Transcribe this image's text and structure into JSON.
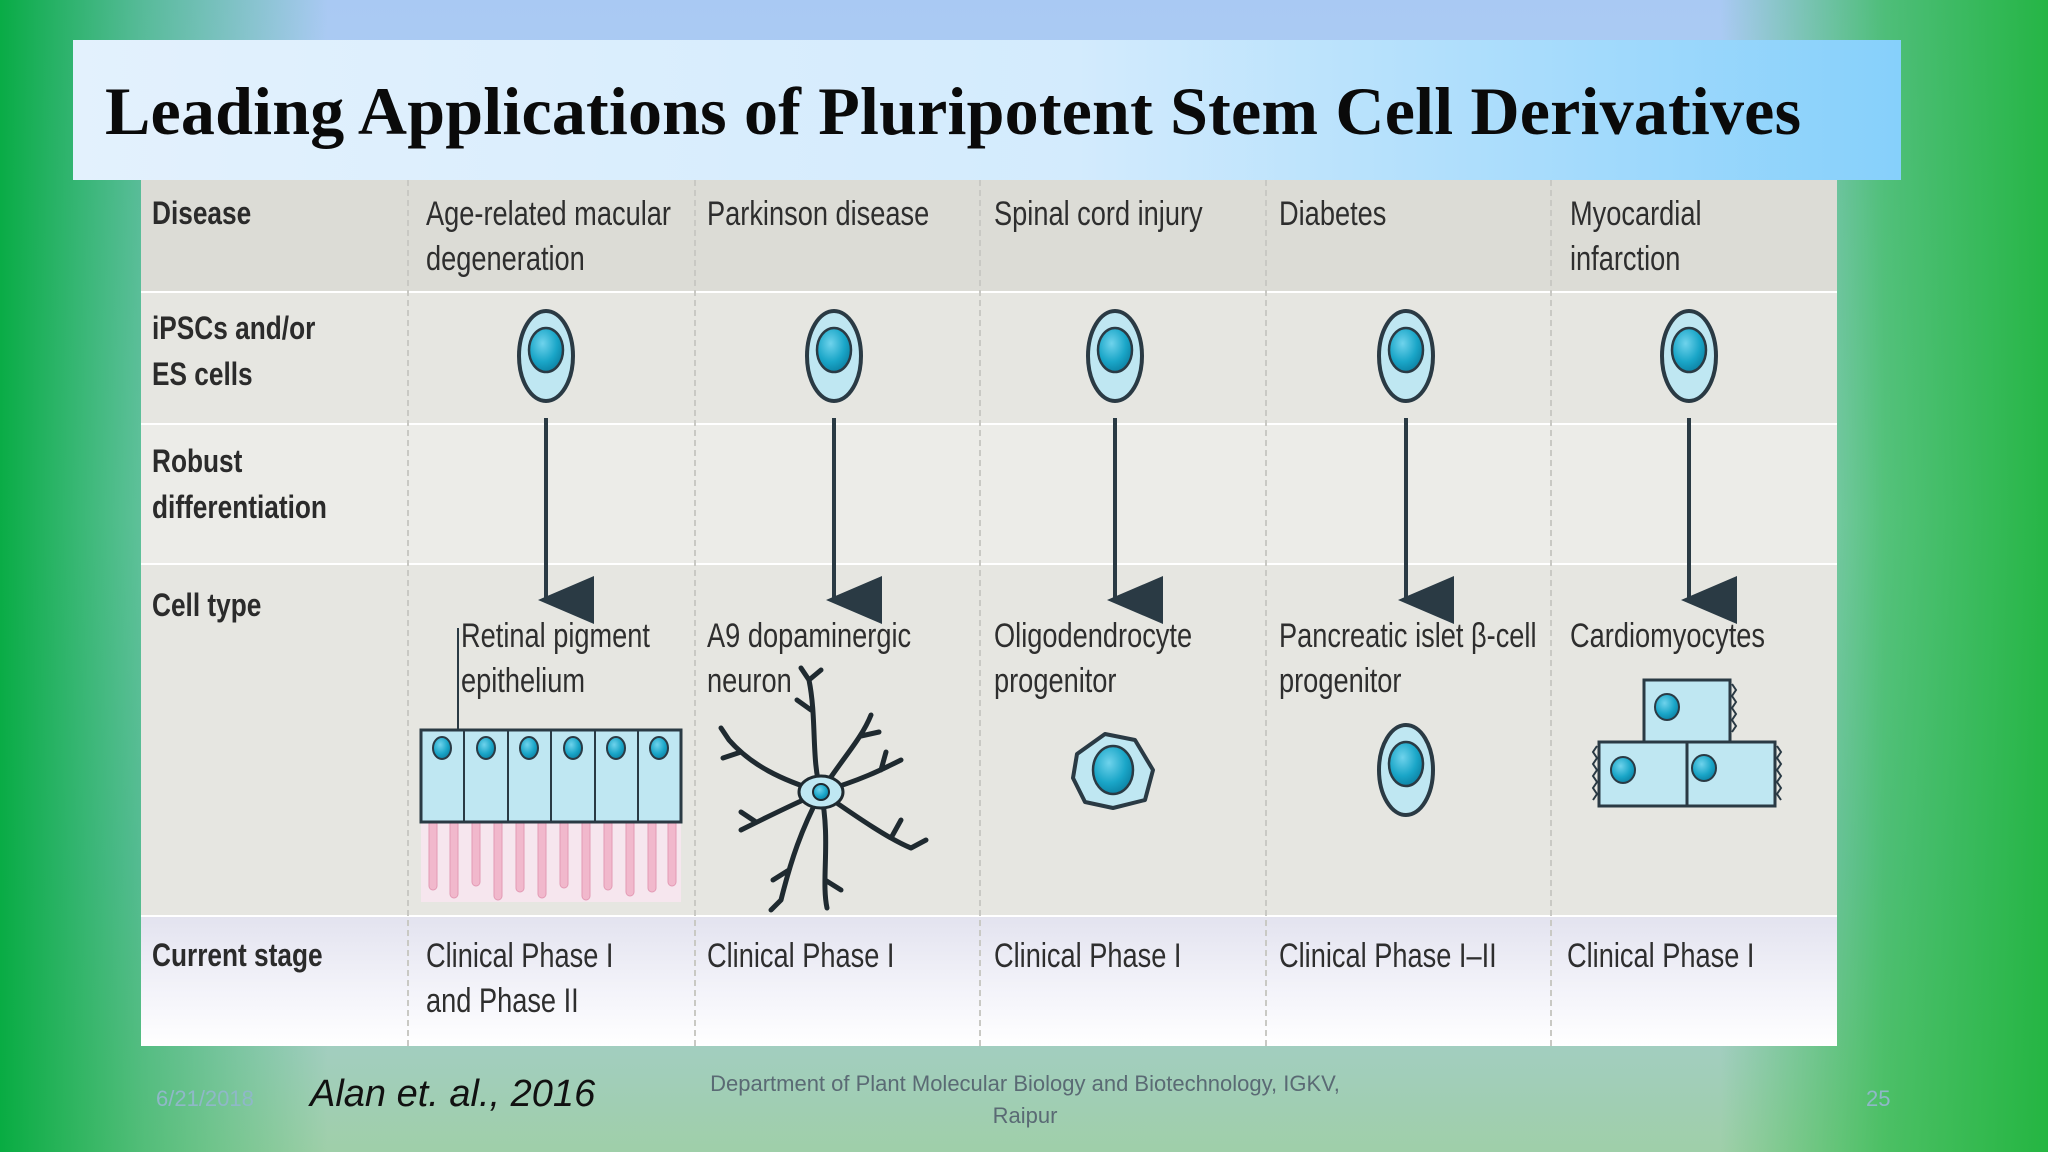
{
  "slide": {
    "title": "Leading Applications of Pluripotent Stem Cell Derivatives",
    "date": "6/21/2018",
    "citation": "Alan et. al., 2016",
    "department": "Department of Plant Molecular Biology and Biotechnology, IGKV, Raipur",
    "page_number": "25"
  },
  "table": {
    "row_labels": {
      "disease": "Disease",
      "cells": "iPSCs and/or\nES cells",
      "differentiation": "Robust\ndifferentiation",
      "cell_type": "Cell type",
      "stage": "Current stage"
    },
    "columns": [
      {
        "disease": "Age-related macular\ndegeneration",
        "cell_type": "Retinal pigment\nepithelium",
        "stage": "Clinical Phase I\nand Phase II"
      },
      {
        "disease": "Parkinson disease",
        "cell_type": "A9 dopaminergic\nneuron",
        "stage": "Clinical Phase I"
      },
      {
        "disease": "Spinal cord injury",
        "cell_type": "Oligodendrocyte\nprogenitor",
        "stage": "Clinical Phase I"
      },
      {
        "disease": "Diabetes",
        "cell_type": "Pancreatic islet β-cell\nprogenitor",
        "stage": "Clinical Phase I–II"
      },
      {
        "disease": "Myocardial infarction",
        "cell_type": "Cardiomyocytes",
        "stage": "Clinical Phase I"
      }
    ]
  },
  "colors": {
    "cell_fill": "#bfe7f2",
    "nucleus": "#1aa6c8",
    "outline": "#2a3a44",
    "rpe_villi": "#f1b8cc"
  }
}
